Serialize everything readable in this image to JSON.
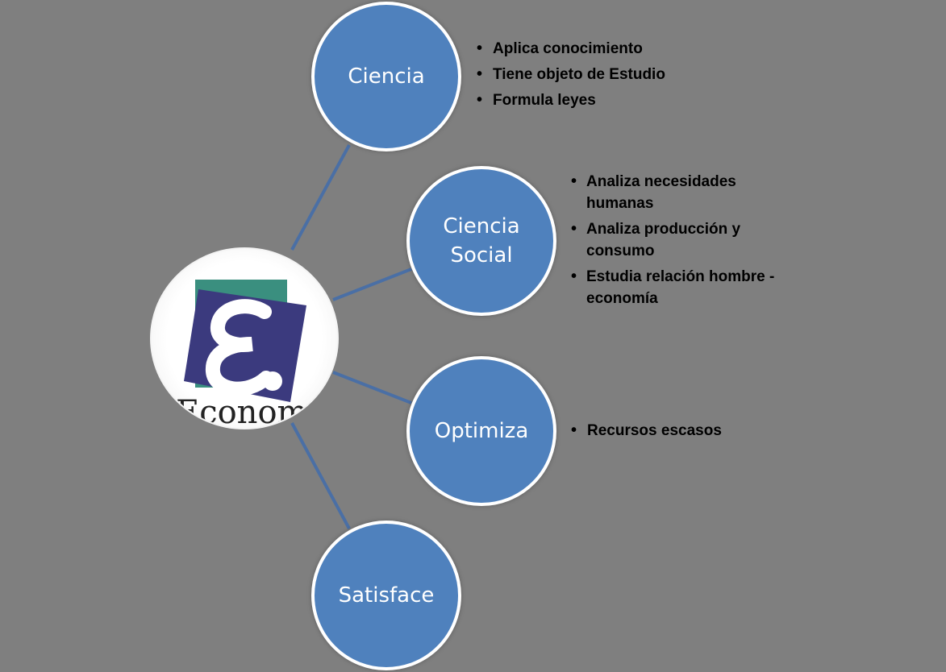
{
  "diagram": {
    "center_logo": {
      "text": "Economía",
      "symbol": "ε"
    },
    "nodes": [
      {
        "label": "Ciencia",
        "bullets": [
          "Aplica conocimiento",
          "Tiene objeto de Estudio",
          "Formula leyes"
        ]
      },
      {
        "label": "Ciencia\nSocial",
        "bullets": [
          "Analiza necesidades humanas",
          "Analiza producción y consumo",
          "Estudia relación hombre - economía"
        ]
      },
      {
        "label": "Optimiza",
        "bullets": [
          "Recursos escasos"
        ]
      },
      {
        "label": "Satisface",
        "bullets": []
      }
    ]
  },
  "colors": {
    "background": "#7f7f7f",
    "node_fill": "#4f81bd",
    "node_border": "#ffffff",
    "connector": "#4a6fa5",
    "logo_teal": "#3a8f7f",
    "logo_navy": "#3b3a7e"
  }
}
